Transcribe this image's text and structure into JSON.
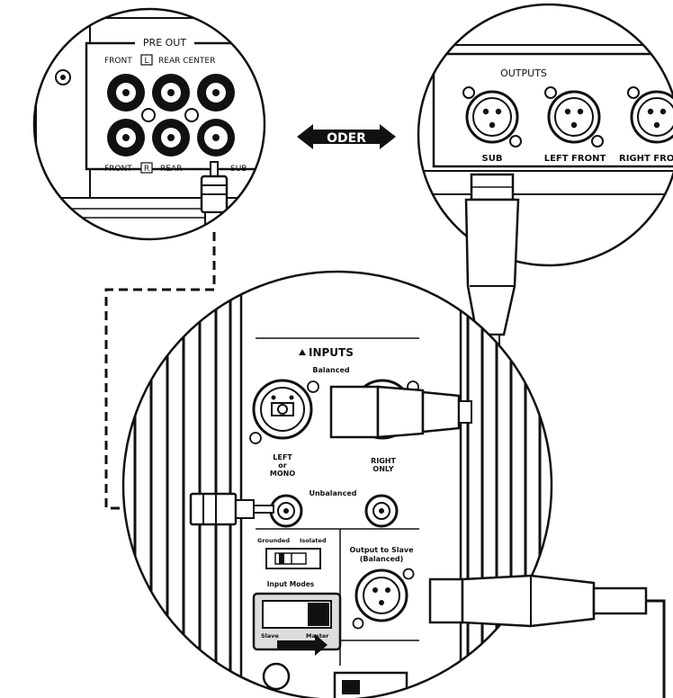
{
  "preout": {
    "title": "PRE OUT",
    "front_top": "FRONT",
    "l_box": "L",
    "rear_center": "REAR CENTER",
    "front_bottom": "FRONT",
    "r_box": "R",
    "rear": "REAR",
    "sub": "SUB"
  },
  "center": {
    "oder": "ODER"
  },
  "outputs": {
    "title": "OUTPUTS",
    "sub": "SUB",
    "left_front": "LEFT FRONT",
    "right_front": "RIGHT FRO"
  },
  "amp": {
    "inputs_title": "INPUTS",
    "balanced": "Balanced",
    "left_line1": "LEFT",
    "left_line2": "or",
    "left_line3": "MONO",
    "right_line1": "RIGHT",
    "right_line2": "ONLY",
    "unbalanced": "Unbalanced",
    "grounded": "Grounded",
    "isolated": "Isolated",
    "output_slave_1": "Output to Slave",
    "output_slave_2": "(Balanced)",
    "input_modes": "Input Modes",
    "slave": "Slave",
    "master": "Master"
  }
}
